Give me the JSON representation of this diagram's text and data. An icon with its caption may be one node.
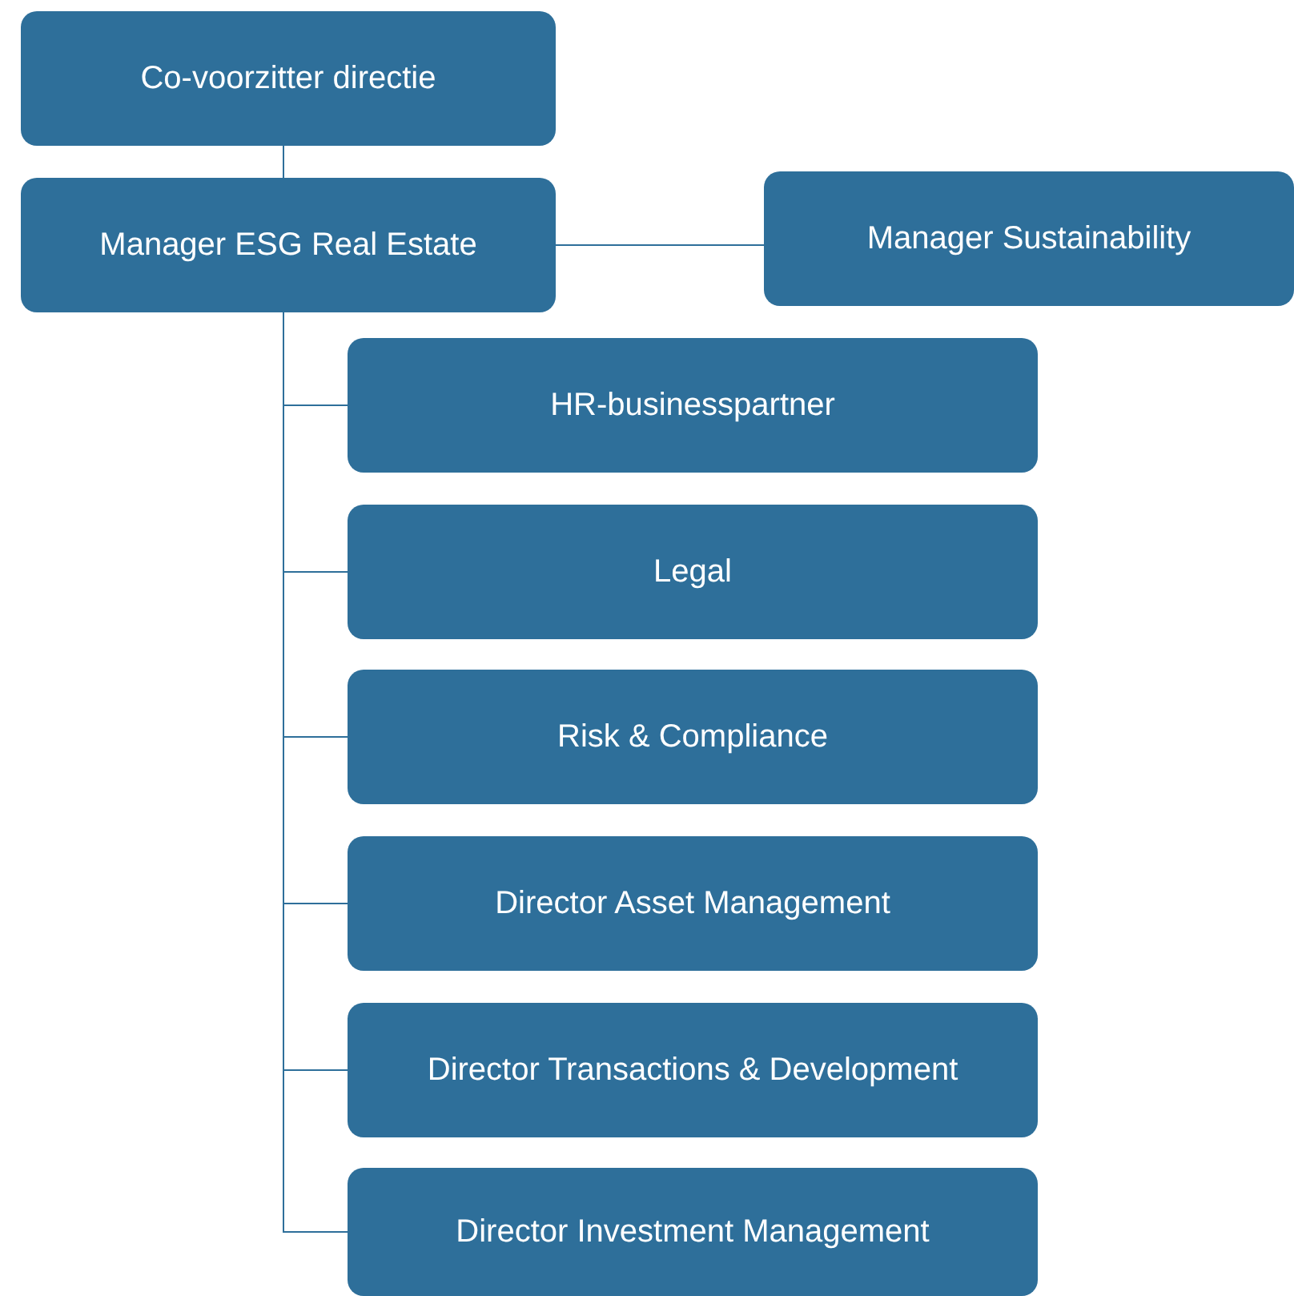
{
  "diagram": {
    "nodes": [
      {
        "text": [
          "Co-voorzitter directie"
        ]
      },
      {
        "text": [
          "Manager ESG Real Estate"
        ]
      },
      {
        "text": [
          "Manager Sustainability"
        ]
      },
      {
        "text": [
          "HR-businesspartner"
        ]
      },
      {
        "text": [
          "Legal"
        ]
      },
      {
        "text": [
          "Risk & Compliance"
        ]
      },
      {
        "text": [
          "Director Asset Management"
        ]
      },
      {
        "text": [
          "Director Transactions & Development"
        ]
      },
      {
        "text": [
          "Director Investment Management"
        ]
      }
    ],
    "edges": [
      {
        "from": 0,
        "to": 1,
        "arrow": "none"
      },
      {
        "from": 1,
        "to": 2,
        "arrow": "none"
      },
      {
        "from": 1,
        "to": 3,
        "arrow": "none"
      },
      {
        "from": 1,
        "to": 4,
        "arrow": "none"
      },
      {
        "from": 1,
        "to": 5,
        "arrow": "none"
      },
      {
        "from": 1,
        "to": 6,
        "arrow": "none"
      },
      {
        "from": 1,
        "to": 7,
        "arrow": "none"
      },
      {
        "from": 1,
        "to": 8,
        "arrow": "none"
      }
    ]
  }
}
